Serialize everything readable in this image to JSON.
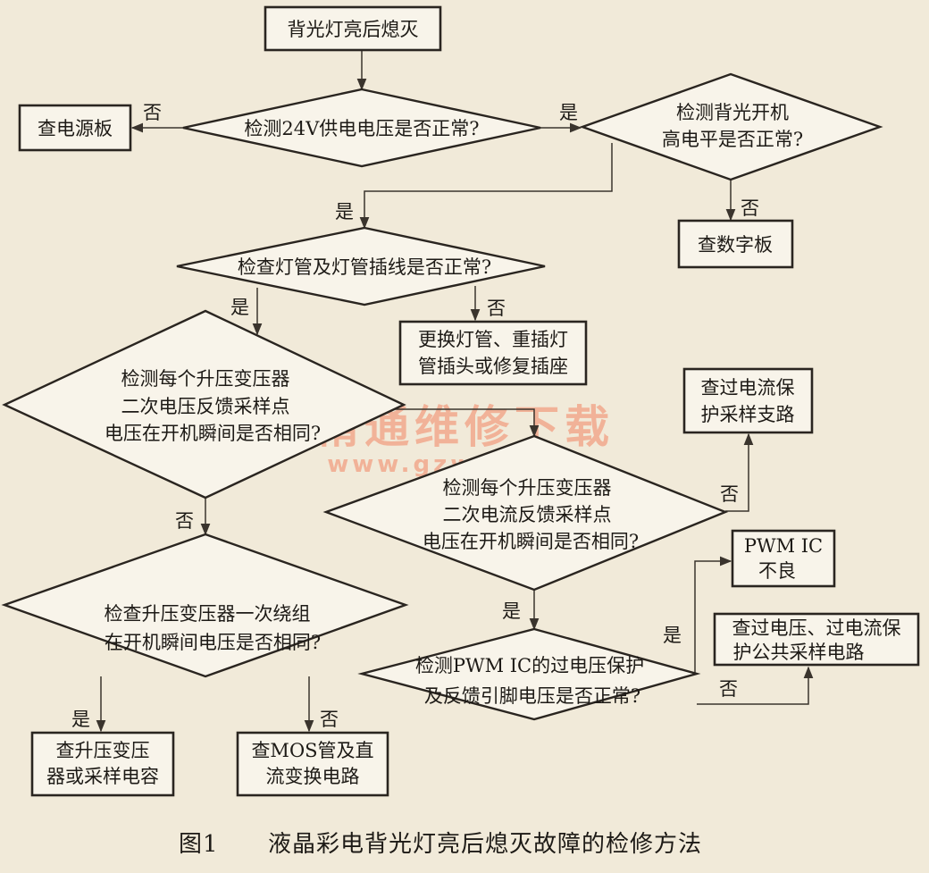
{
  "nodes": {
    "start": "背光灯亮后熄灭",
    "power_board": "查电源板",
    "check_24v": "检测24V供电电压是否正常?",
    "backlight_l1": "检测背光开机",
    "backlight_l2": "高电平是否正常?",
    "digital_board": "查数字板",
    "check_lamp": "检查灯管及灯管插线是否正常?",
    "replace_l1": "更换灯管、重插灯",
    "replace_l2": "管插头或修复插座",
    "vfb_l1": "检测每个升压变压器",
    "vfb_l2": "二次电压反馈采样点",
    "vfb_l3": "电压在开机瞬间是否相同?",
    "oc_branch_l1": "查过电流保",
    "oc_branch_l2": "护采样支路",
    "ifb_l1": "检测每个升压变压器",
    "ifb_l2": "二次电流反馈采样点",
    "ifb_l3": "电压在开机瞬间是否相同?",
    "pwm_bad_l1": "PWM IC",
    "pwm_bad_l2": "不良",
    "primary_l1": "检查升压变压器一次绕组",
    "primary_l2": "在开机瞬间电压是否相同?",
    "ovp_l1": "检测PWM IC的过电压保护",
    "ovp_l2": "及反馈引脚电压是否正常?",
    "common_l1": "查过电压、过电流保",
    "common_l2": "护公共采样电路",
    "transformer_l1": "查升压变压",
    "transformer_l2": "器或采样电容",
    "mos_l1": "查MOS管及直",
    "mos_l2": "流变换电路"
  },
  "labels": {
    "no_power": "否",
    "yes_24v": "是",
    "no_digital": "否",
    "yes_lamp": "是",
    "no_lamp": "否",
    "yes_vfb": "是",
    "no_vfb": "否",
    "no_ifb": "否",
    "yes_ifb": "是",
    "yes_pwm": "是",
    "no_common": "否",
    "yes_transformer": "是",
    "no_mos": "否"
  },
  "watermark": {
    "cn": "精通维修下载",
    "url": "www.gzweix.com"
  },
  "caption": {
    "figure": "图1",
    "title": "液晶彩电背光灯亮后熄灭故障的检修方法"
  },
  "colors": {
    "background": "#f1ead9",
    "ink": "#1d1a16",
    "watermark": "#f2a98d"
  }
}
